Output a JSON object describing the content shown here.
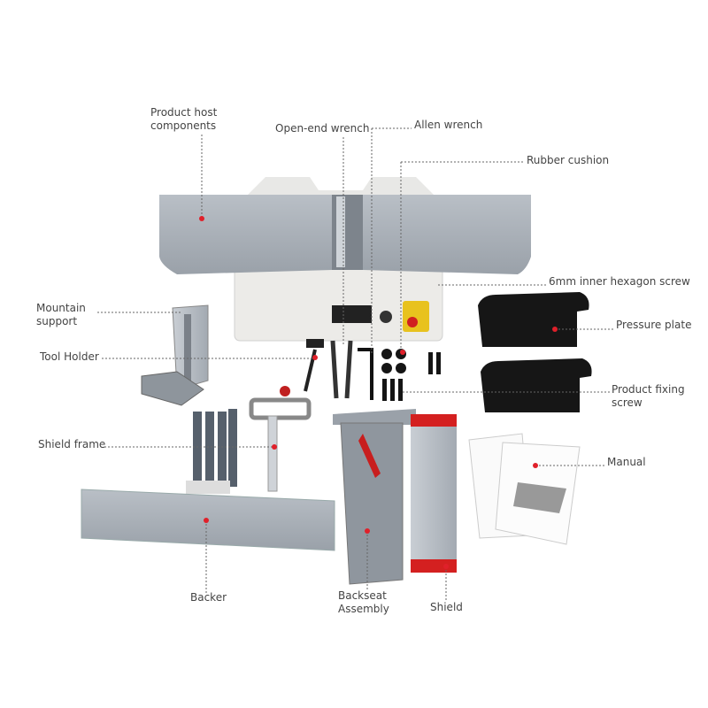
{
  "labels": {
    "product_host": [
      "Product host",
      "components"
    ],
    "open_end_wrench": "Open-end wrench",
    "allen_wrench": "Allen wrench",
    "rubber_cushion": "Rubber cushion",
    "hex_screw": "6mm inner hexagon screw",
    "pressure_plate": "Pressure plate",
    "fixing_screw": [
      "Product fixing",
      "screw"
    ],
    "manual": "Manual",
    "mountain_support": [
      "Mountain",
      "support"
    ],
    "tool_holder": "Tool Holder",
    "shield_frame": "Shield frame",
    "backer": "Backer",
    "backseat": [
      "Backseat",
      "Assembly"
    ],
    "shield": "Shield"
  },
  "colors": {
    "callout_dot": "#e0202a",
    "leader_line": "#666666",
    "metal": "#a9b0b8",
    "plastic": "#1a1a1a"
  }
}
